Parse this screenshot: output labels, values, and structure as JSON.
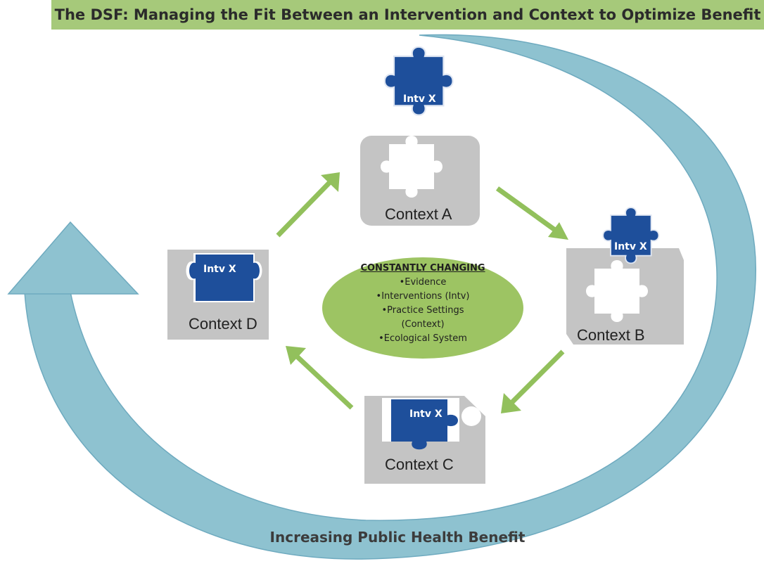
{
  "title": "The DSF: Managing the Fit Between an Intervention and Context to Optimize Benefit",
  "contexts": {
    "a": "Context A",
    "b": "Context B",
    "c": "Context C",
    "d": "Context D"
  },
  "intervention_label": "Intv X",
  "center": {
    "heading": "CONSTANTLY CHANGING",
    "items": [
      "•Evidence",
      "•Interventions (Intv)",
      "•Practice Settings",
      "(Context)",
      "•Ecological System"
    ]
  },
  "benefit_label": "Increasing Public Health Benefit",
  "colors": {
    "title_bar": "#a6c97a",
    "cycle_arrows": "#92c05c",
    "ellipse": "#9dc463",
    "context_tile": "#c4c4c4",
    "puzzle_piece": "#1e4f9b",
    "benefit_arrow": "#8ec2d0"
  }
}
